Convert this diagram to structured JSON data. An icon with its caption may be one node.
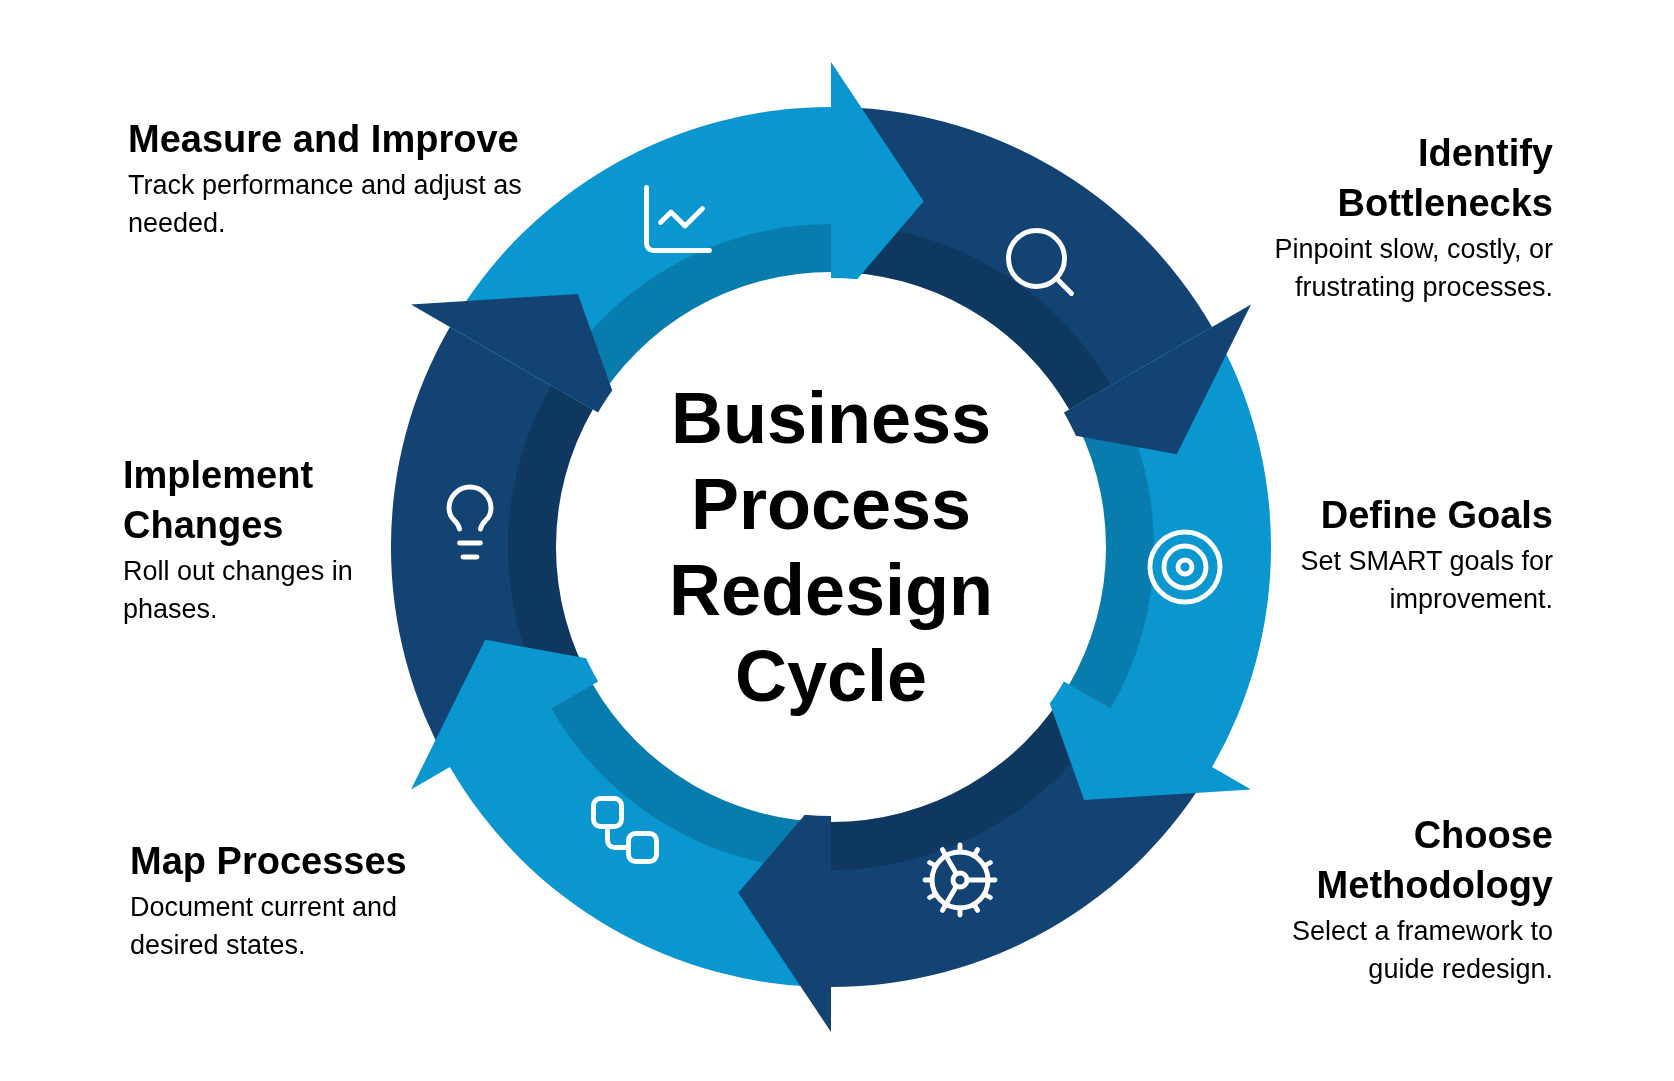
{
  "diagram": {
    "nodes": [
      {
        "text": [
          "Business Process Redesign Cycle"
        ]
      },
      {
        "text": [
          "Identify Bottlenecks",
          "Pinpoint slow, costly, or frustrating processes."
        ]
      },
      {
        "text": [
          "Define Goals",
          "Set SMART goals for improvement."
        ]
      },
      {
        "text": [
          "Choose Methodology",
          "Select a framework to guide redesign."
        ]
      },
      {
        "text": [
          "Map Processes",
          "Document current and desired states."
        ]
      },
      {
        "text": [
          "Implement Changes",
          "Roll out changes in phases."
        ]
      },
      {
        "text": [
          "Measure and Improve",
          "Track performance and adjust as needed."
        ]
      }
    ]
  }
}
